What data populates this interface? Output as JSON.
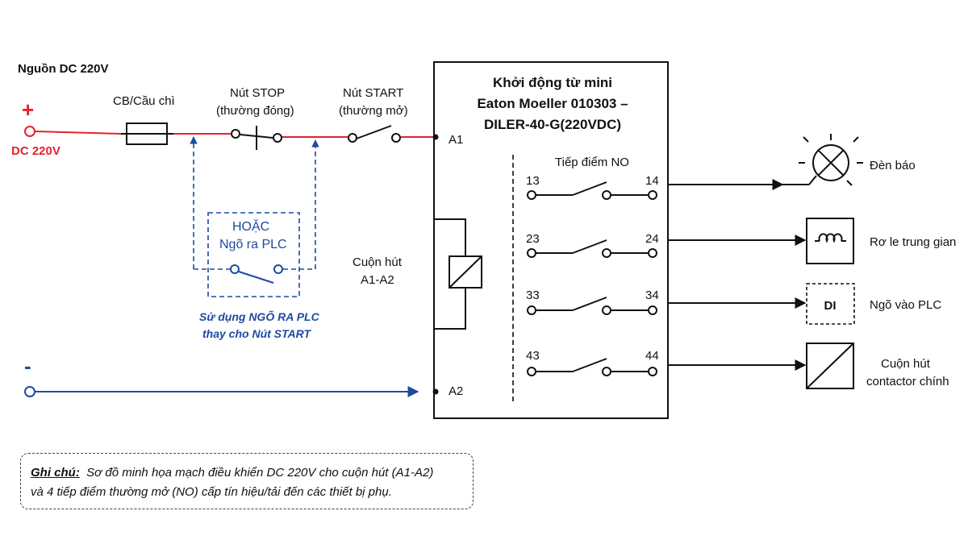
{
  "source": {
    "label": "Nguồn DC 220V",
    "plus_sign": "+",
    "plus_label": "DC 220V",
    "minus_sign": "-"
  },
  "breaker": {
    "label": "CB/Cầu chì"
  },
  "stop_button": {
    "line1": "Nút STOP",
    "line2": "(thường đóng)"
  },
  "start_button": {
    "line1": "Nút START",
    "line2": "(thường mở)"
  },
  "plc_alt": {
    "line1": "HOẶC",
    "line2": "Ngõ ra PLC",
    "caption1": "Sử dụng NGÕ RA PLC",
    "caption2": "thay cho Nút START"
  },
  "starter": {
    "title1": "Khởi động từ mini",
    "title2": "Eaton Moeller 010303 –",
    "title3": "DILER-40-G(220VDC)",
    "terminal_a1": "A1",
    "terminal_a2": "A2",
    "coil_line1": "Cuộn hút",
    "coil_line2": "A1-A2",
    "contacts_label": "Tiếp điểm NO",
    "contacts": [
      {
        "in": "13",
        "out": "14"
      },
      {
        "in": "23",
        "out": "24"
      },
      {
        "in": "33",
        "out": "34"
      },
      {
        "in": "43",
        "out": "44"
      }
    ]
  },
  "loads": {
    "lamp": "Đèn báo",
    "relay": "Rơ le trung gian",
    "di_box": "DI",
    "plc_input": "Ngõ vào PLC",
    "contactor_line1": "Cuộn hút",
    "contactor_line2": "contactor chính"
  },
  "note": {
    "label": "Ghi chú:",
    "line1": "Sơ đồ minh họa mạch điều khiển DC 220V cho cuộn hút (A1-A2)",
    "line2": "và 4 tiếp điểm thường mở (NO) cấp tín hiệu/tải đến các thiết bị phụ."
  },
  "colors": {
    "positive_wire": "#e3232b",
    "negative_wire": "#1f4aa0",
    "plc_dashed": "#1f4aa0",
    "line": "#111111"
  }
}
